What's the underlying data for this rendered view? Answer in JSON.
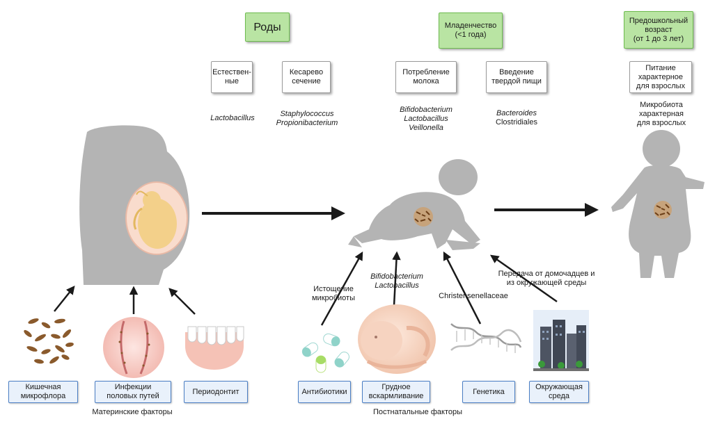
{
  "stages": {
    "birth": "Роды",
    "infancy": [
      "Младенчество",
      "(<1 года)"
    ],
    "preschool": [
      "Предошкольный",
      "возраст",
      "(от 1 до 3 лет)"
    ]
  },
  "delivery": {
    "natural": [
      "Естествен-",
      "ные"
    ],
    "csection": [
      "Кесарево",
      "сечение"
    ],
    "natural_bacteria": "Lactobacillus",
    "csection_bacteria": [
      "Staphylococcus",
      "Propionibacterium"
    ]
  },
  "infant_diet": {
    "milk": [
      "Потребление",
      "молока"
    ],
    "solid": [
      "Введение",
      "твердой пищи"
    ],
    "milk_bacteria": [
      "Bifidobacterium",
      "Lactobacillus",
      "Veillonella"
    ],
    "solid_bacteria": [
      "Bacteroides",
      "Clostridiales"
    ]
  },
  "preschool_info": {
    "diet": [
      "Питание",
      "характерное",
      "для взрослых"
    ],
    "microbiota": [
      "Микробиота",
      "характерная",
      "для взрослых"
    ]
  },
  "postnatal_labels": {
    "depletion": [
      "Истощение",
      "микробиоты"
    ],
    "breast_bacteria": [
      "Bifidobacterium",
      "Lactobacillus"
    ],
    "genetics_family": "Christensenellaceae",
    "transfer": [
      "Передача от домочадцев и",
      "из окружающей среды"
    ]
  },
  "maternal_factors": {
    "items": [
      [
        "Кишечная",
        "микрофлора"
      ],
      [
        "Инфекции",
        "половых путей"
      ],
      [
        "Периодонтит"
      ]
    ],
    "caption": "Материнские факторы"
  },
  "postnatal_factors": {
    "items": [
      [
        "Антибиотики"
      ],
      [
        "Грудное",
        "вскармливание"
      ],
      [
        "Генетика"
      ],
      [
        "Окружающая",
        "среда"
      ]
    ],
    "caption": "Постнатальные факторы"
  },
  "colors": {
    "green_fill": "#b9e4a3",
    "green_border": "#6dbb4e",
    "blue_border": "#4a7ec4",
    "silhouette": "#b4b4b4",
    "bacteria": "#8a5a2c",
    "fetus": "#f3d08a"
  },
  "icons": {
    "pregnant": "pregnant-woman-icon",
    "infant": "crawling-infant-icon",
    "toddler": "toddler-icon",
    "gut_bacteria": "bacteria-icon",
    "infection": "genital-tract-icon",
    "teeth": "teeth-icon",
    "pills": "pills-icon",
    "breastfeeding": "breastfeeding-icon",
    "dna": "dna-icon",
    "city": "city-icon"
  }
}
